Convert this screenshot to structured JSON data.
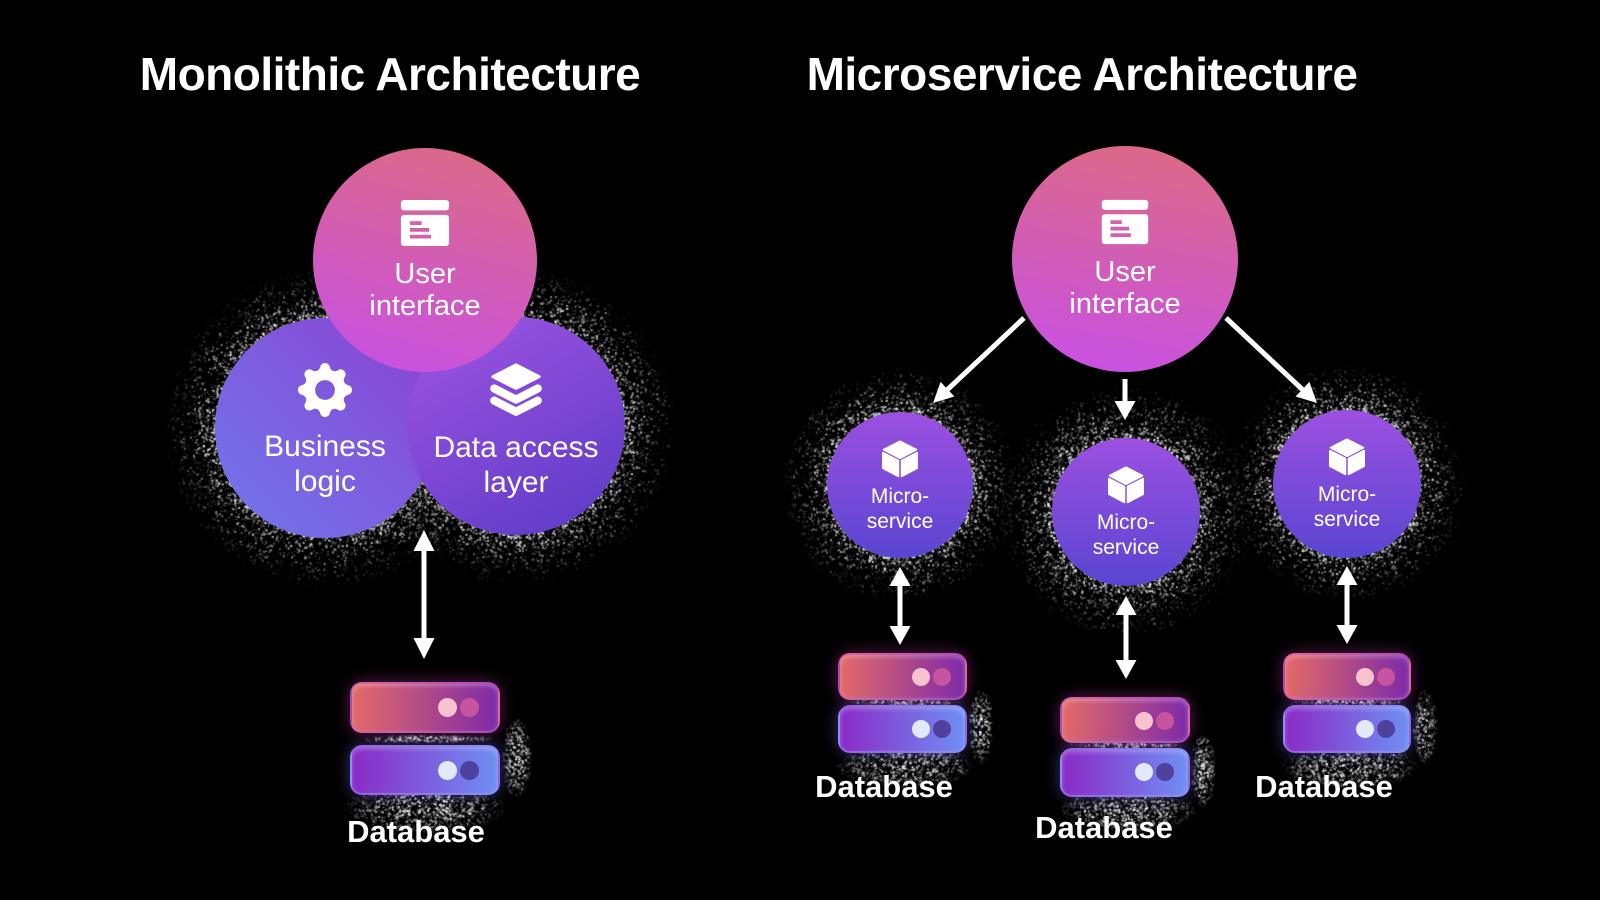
{
  "colors": {
    "background": "#000000",
    "text": "#ffffff",
    "arrow": "#ffffff",
    "ui_gradient_start": "#dd6b81",
    "ui_gradient_end": "#c74fe8",
    "business_gradient_start": "#8a42d0",
    "business_gradient_end": "#7178ee",
    "data_gradient_start": "#a055e2",
    "data_gradient_end": "#5a3ac6",
    "service_gradient_start": "#9c50e0",
    "service_gradient_end": "#5a45d2",
    "db_row1_start": "#e36a67",
    "db_row1_end": "#7e2aa8",
    "db_row2_start": "#8a2ac6",
    "db_row2_end": "#6f8ff4",
    "db_dot_pink_light": "#f6c3cf",
    "db_dot_pink_dark": "#c6549e",
    "db_dot_blue_light": "#e3e9fd",
    "db_dot_blue_dark": "#4b3c95"
  },
  "left": {
    "title": "Monolithic Architecture",
    "ui": {
      "icon": "browser-window-icon",
      "line1": "User",
      "line2": "interface"
    },
    "business": {
      "icon": "gear-icon",
      "line1": "Business",
      "line2": "logic"
    },
    "data_access": {
      "icon": "layers-icon",
      "line1": "Data access",
      "line2": "layer"
    },
    "database_label": "Database"
  },
  "right": {
    "title": "Microservice Architecture",
    "ui": {
      "icon": "browser-window-icon",
      "line1": "User",
      "line2": "interface"
    },
    "services": [
      {
        "icon": "cube-icon",
        "line1": "Micro-",
        "line2": "service",
        "database_label": "Database"
      },
      {
        "icon": "cube-icon",
        "line1": "Micro-",
        "line2": "service",
        "database_label": "Database"
      },
      {
        "icon": "cube-icon",
        "line1": "Micro-",
        "line2": "service",
        "database_label": "Database"
      }
    ]
  }
}
